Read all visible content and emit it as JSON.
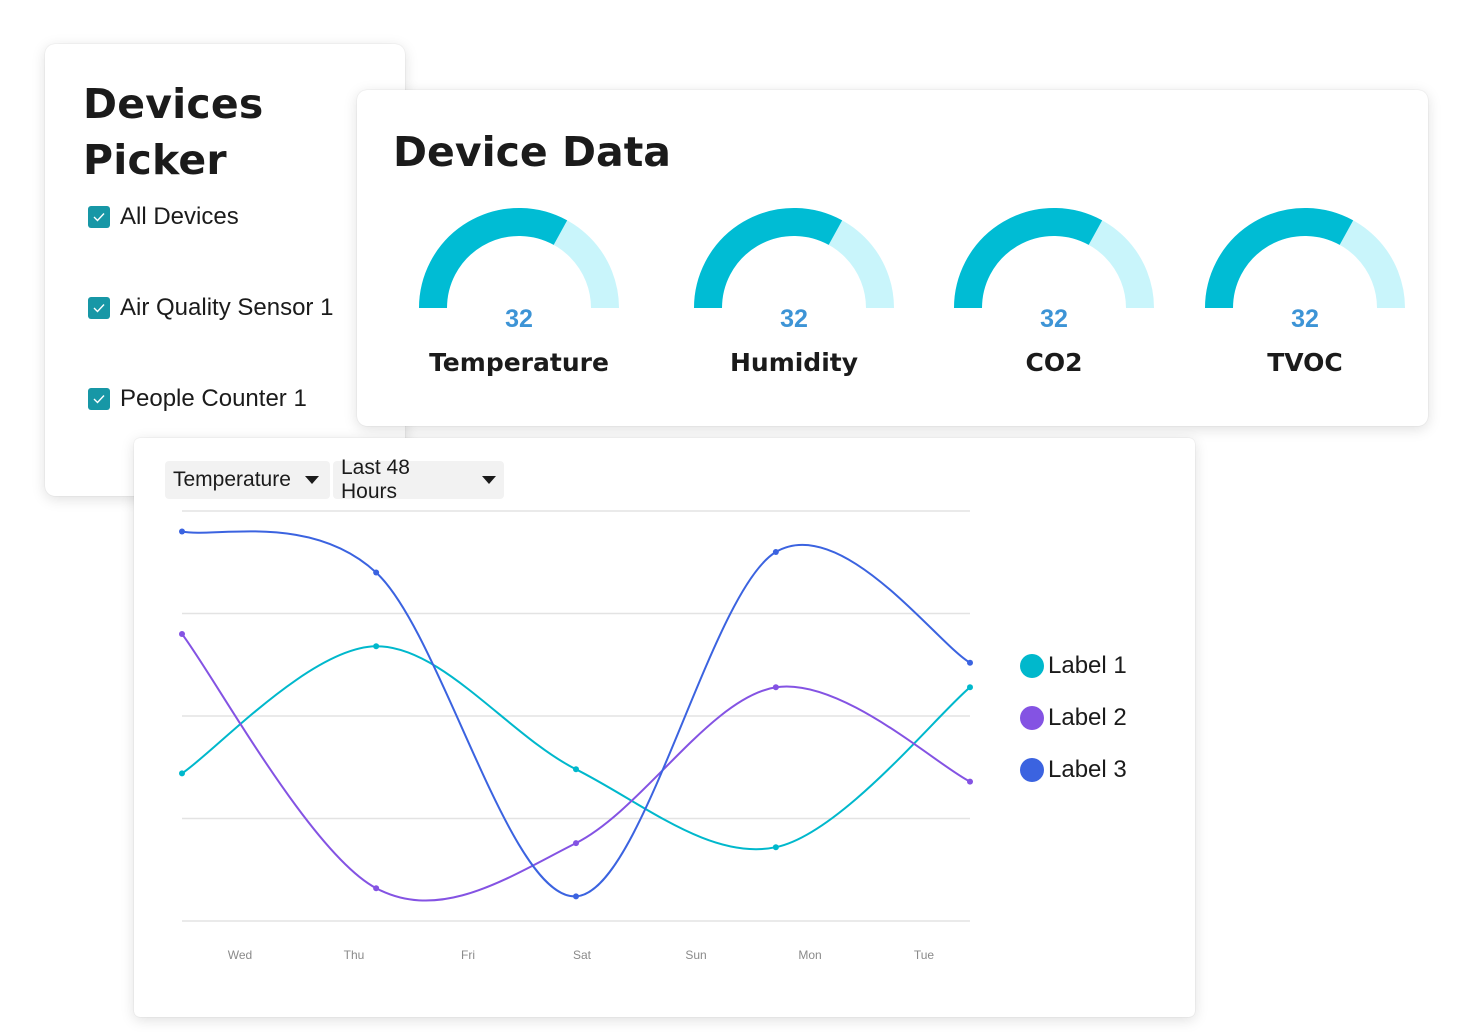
{
  "picker": {
    "title": "Devices Picker",
    "items": [
      {
        "label": "All Devices",
        "checked": true
      },
      {
        "label": "Air Quality Sensor 1",
        "checked": true
      },
      {
        "label": "People Counter 1",
        "checked": true
      }
    ],
    "checkbox_color": "#1797a6"
  },
  "device_data": {
    "title": "Device Data",
    "gauges": [
      {
        "label": "Temperature",
        "value": "32"
      },
      {
        "label": "Humidity",
        "value": "32"
      },
      {
        "label": "CO2",
        "value": "32"
      },
      {
        "label": "TVOC",
        "value": "32"
      }
    ],
    "gauge_fill_fraction": 0.66,
    "colors": {
      "gauge_fill": "#00bcd4",
      "gauge_track": "#c9f5fb",
      "value_text": "#3d94d6"
    }
  },
  "chart_controls": {
    "metric": "Temperature",
    "range": "Last 48 Hours"
  },
  "chart_data": {
    "type": "line",
    "categories": [
      "Wed",
      "Thu",
      "Fri",
      "Sat",
      "Sun",
      "Mon",
      "Tue"
    ],
    "series": [
      {
        "name": "Label 1",
        "color": "#00b8cc",
        "values": [
          36,
          67,
          37,
          18,
          57
        ]
      },
      {
        "name": "Label 2",
        "color": "#8453e3",
        "values": [
          70,
          8,
          19,
          57,
          34
        ]
      },
      {
        "name": "Label 3",
        "color": "#3b63e0",
        "values": [
          95,
          85,
          6,
          90,
          63
        ]
      }
    ],
    "point_positions": [
      0,
      1.7,
      3.45,
      5.2,
      6.9
    ],
    "ylim": [
      0,
      100
    ],
    "grid": true,
    "legend": "right"
  }
}
